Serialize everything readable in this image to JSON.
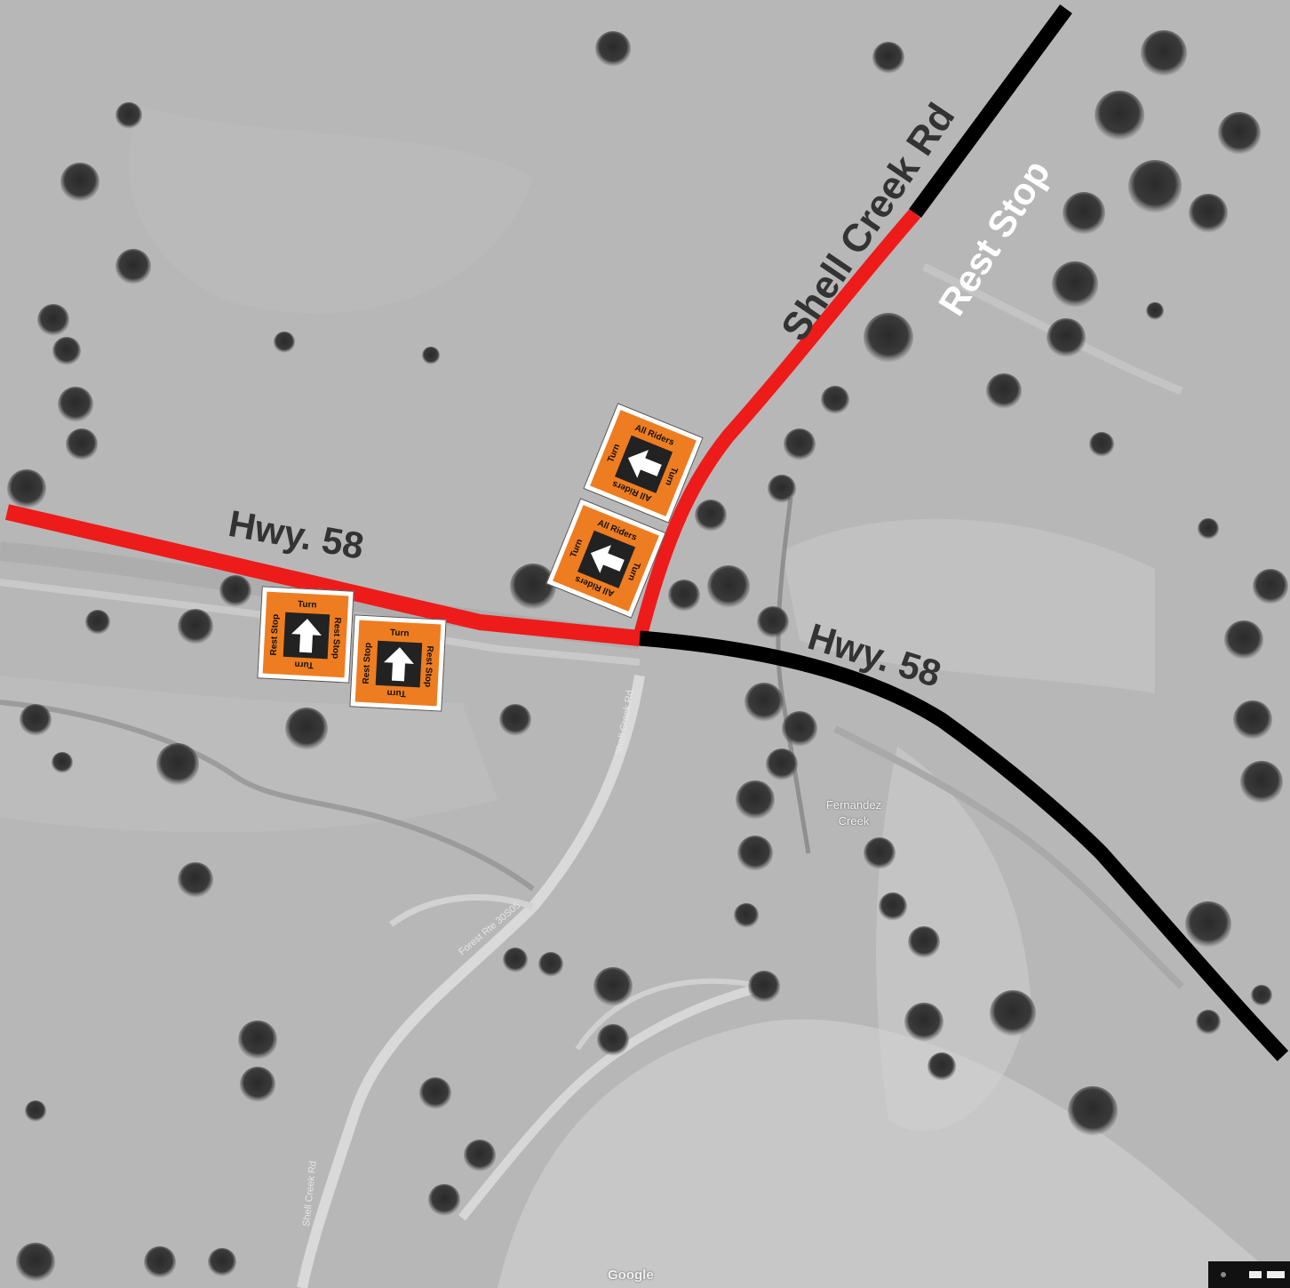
{
  "map": {
    "colors": {
      "route": "#ee1b1b",
      "road_other": "#000000",
      "sign_orange": "#ee7d22",
      "background": "#b9b9b9"
    },
    "road_labels": {
      "hwy_west": "Hwy. 58",
      "hwy_east": "Hwy. 58",
      "shell_creek": "Shell Creek Rd",
      "rest_stop": "Rest Stop"
    },
    "place_labels": {
      "creek": "Fernandez Creek"
    },
    "signs": {
      "rest_stop_turn_1": {
        "top": "Turn",
        "left": "Rest Stop",
        "right": "Rest Stop",
        "bottom": "Turn",
        "arrow": "up-arrow-icon"
      },
      "rest_stop_turn_2": {
        "top": "Turn",
        "left": "Rest Stop",
        "right": "Rest Stop",
        "bottom": "Turn",
        "arrow": "up-arrow-icon"
      },
      "all_riders_turn_1": {
        "top": "All Riders",
        "left": "Turn",
        "right": "Turn",
        "bottom": "All Riders",
        "arrow": "left-arrow-icon"
      },
      "all_riders_turn_2": {
        "top": "All Riders",
        "left": "Turn",
        "right": "Turn",
        "bottom": "All Riders",
        "arrow": "left-arrow-icon"
      }
    },
    "attribution": "Google"
  }
}
